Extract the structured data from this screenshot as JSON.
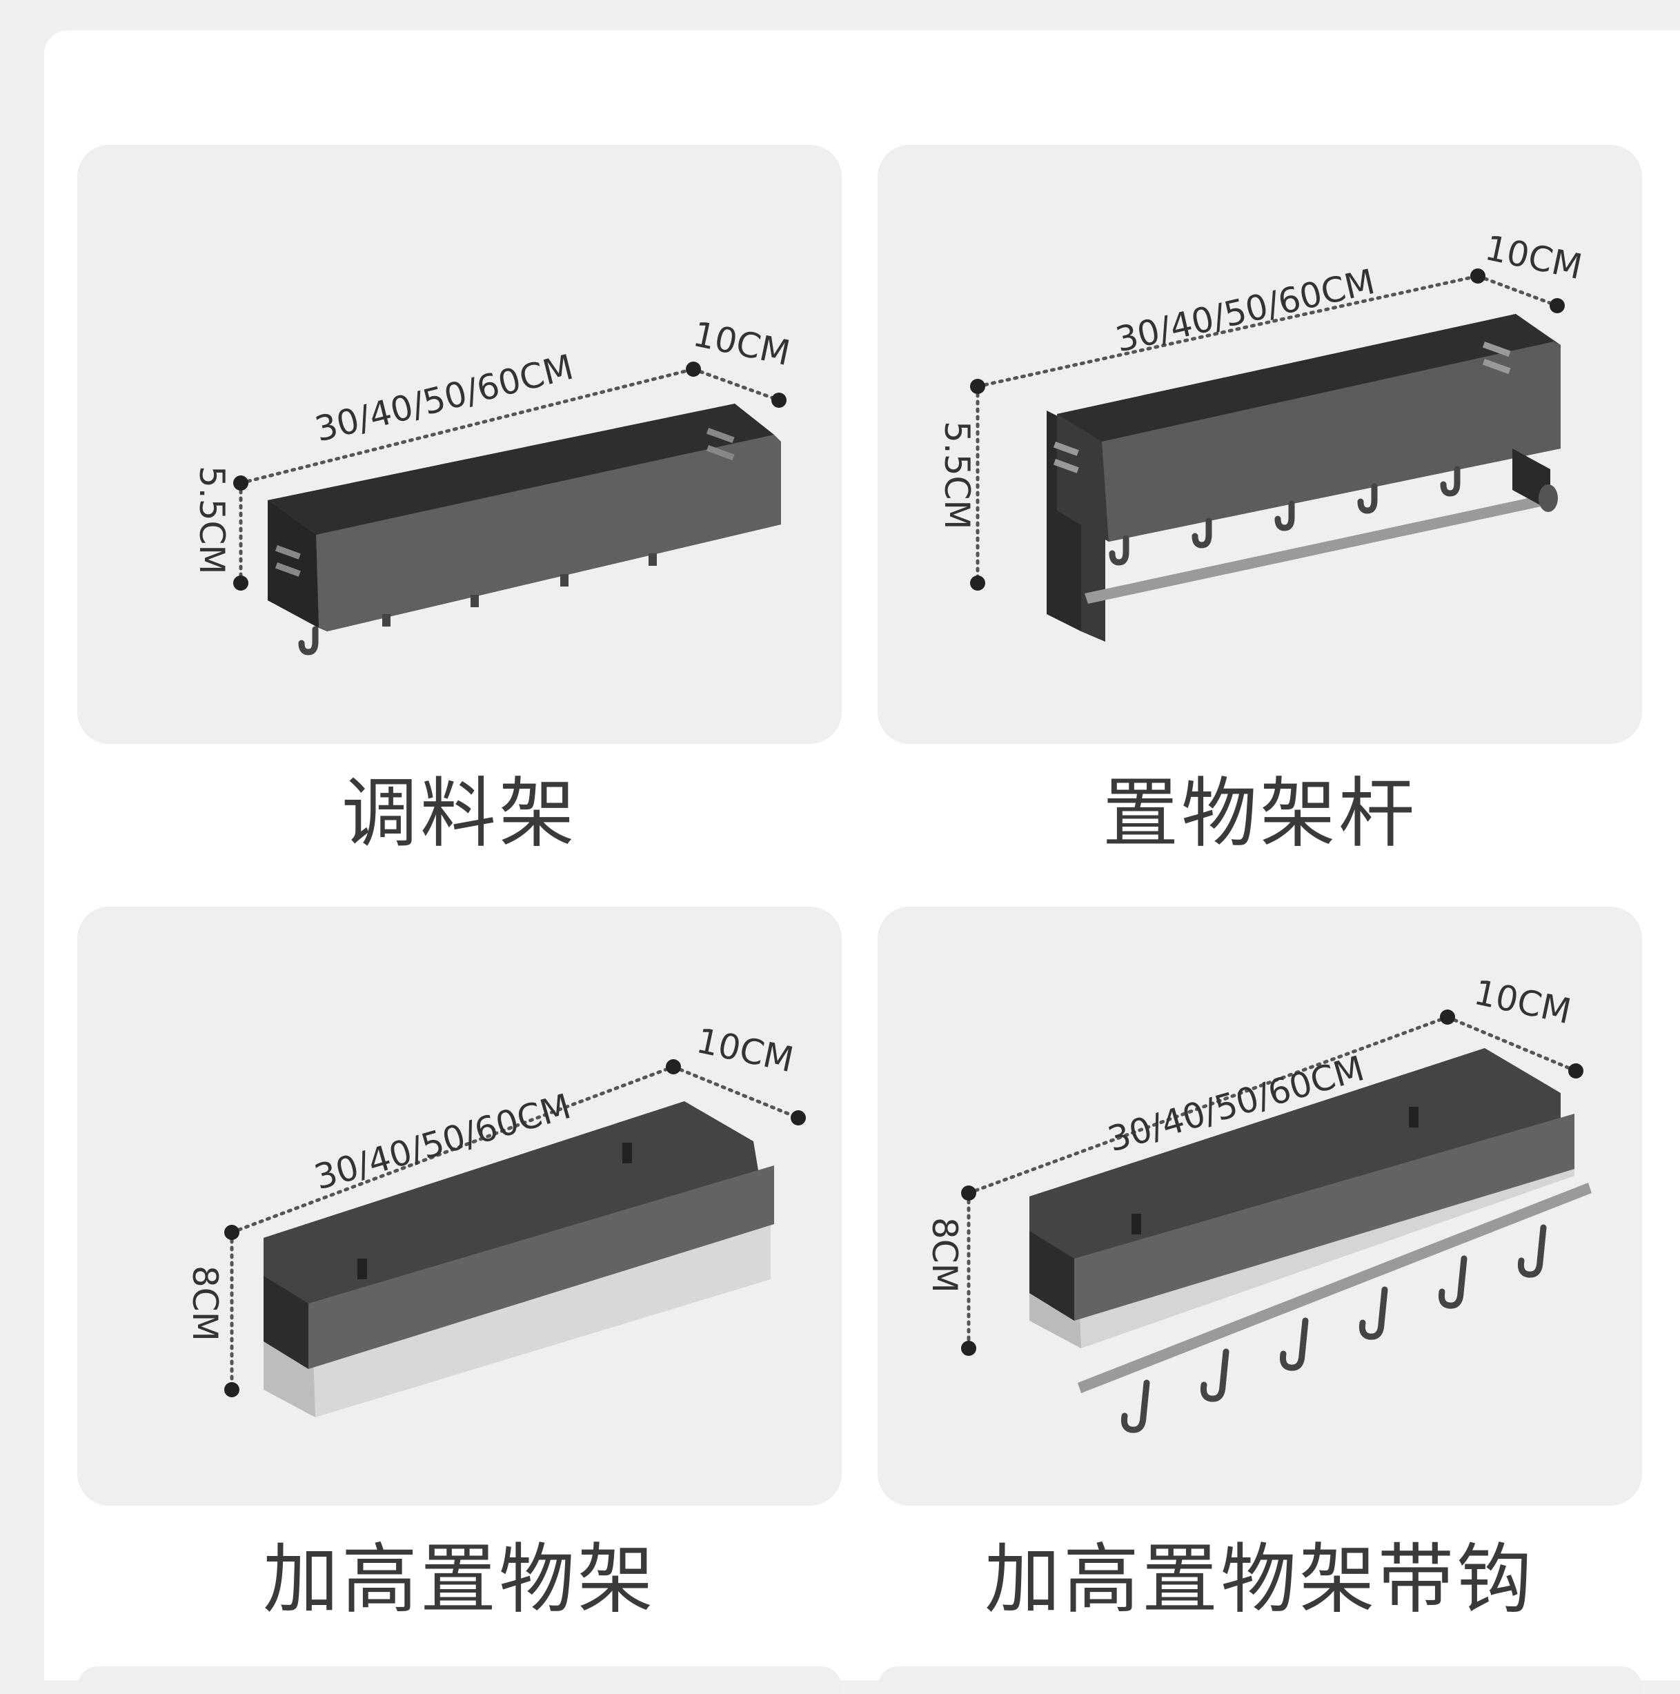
{
  "products": [
    {
      "name": "调料架",
      "length": "30/40/50/60CM",
      "depth": "10CM",
      "height": "5.5CM"
    },
    {
      "name": "置物架杆",
      "length": "30/40/50/60CM",
      "depth": "10CM",
      "height": "5.5CM"
    },
    {
      "name": "加高置物架",
      "length": "30/40/50/60CM",
      "depth": "10CM",
      "height": "8CM"
    },
    {
      "name": "加高置物架带钩",
      "length": "30/40/50/60CM",
      "depth": "10CM",
      "height": "8CM"
    }
  ],
  "colors": {
    "background": "#f0f0f0",
    "card": "#efefef",
    "rack": "#5a5a5a",
    "rack_dark": "#2b2b2b"
  }
}
